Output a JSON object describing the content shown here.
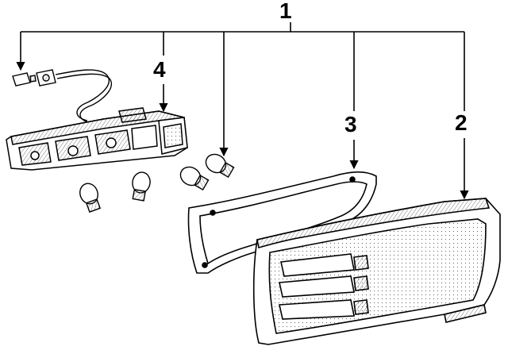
{
  "callouts": {
    "part_1": "1",
    "part_2": "2",
    "part_3": "3",
    "part_4": "4"
  },
  "colors": {
    "ink": "#000000",
    "paper": "#ffffff",
    "hatch": "#555555"
  }
}
